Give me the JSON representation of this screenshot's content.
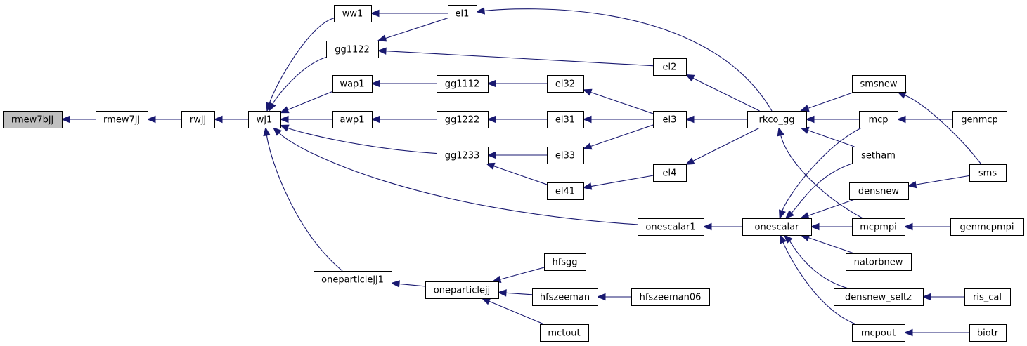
{
  "graph": {
    "type": "call-graph",
    "colors": {
      "edge": "#191970",
      "node_fill": "#ffffff",
      "root_fill": "#bfbfbf",
      "node_border": "#000000"
    },
    "nodes": [
      {
        "id": "rmew7bjj",
        "label": "rmew7bjj",
        "root": true
      },
      {
        "id": "rmew7jj",
        "label": "rmew7jj"
      },
      {
        "id": "rwjj",
        "label": "rwjj"
      },
      {
        "id": "wj1",
        "label": "wj1"
      },
      {
        "id": "ww1",
        "label": "ww1"
      },
      {
        "id": "gg1122",
        "label": "gg1122"
      },
      {
        "id": "wap1",
        "label": "wap1"
      },
      {
        "id": "awp1",
        "label": "awp1"
      },
      {
        "id": "gg1233",
        "label": "gg1233"
      },
      {
        "id": "oneparticlejj1",
        "label": "oneparticlejj1"
      },
      {
        "id": "el1",
        "label": "el1"
      },
      {
        "id": "gg1112",
        "label": "gg1112"
      },
      {
        "id": "gg1222",
        "label": "gg1222"
      },
      {
        "id": "el2",
        "label": "el2"
      },
      {
        "id": "el32",
        "label": "el32"
      },
      {
        "id": "el31",
        "label": "el31"
      },
      {
        "id": "el33",
        "label": "el33"
      },
      {
        "id": "el41",
        "label": "el41"
      },
      {
        "id": "el3",
        "label": "el3"
      },
      {
        "id": "el4",
        "label": "el4"
      },
      {
        "id": "onescalar1",
        "label": "onescalar1"
      },
      {
        "id": "oneparticlejj",
        "label": "oneparticlejj"
      },
      {
        "id": "hfsgg",
        "label": "hfsgg"
      },
      {
        "id": "hfszeeman",
        "label": "hfszeeman"
      },
      {
        "id": "mctout",
        "label": "mctout"
      },
      {
        "id": "hfszeeman06",
        "label": "hfszeeman06"
      },
      {
        "id": "rkco_gg",
        "label": "rkco_gg"
      },
      {
        "id": "onescalar",
        "label": "onescalar"
      },
      {
        "id": "smsnew",
        "label": "smsnew"
      },
      {
        "id": "mcp",
        "label": "mcp"
      },
      {
        "id": "setham",
        "label": "setham"
      },
      {
        "id": "densnew",
        "label": "densnew"
      },
      {
        "id": "mcpmpi",
        "label": "mcpmpi"
      },
      {
        "id": "natorbnew",
        "label": "natorbnew"
      },
      {
        "id": "densnew_seltz",
        "label": "densnew_seltz"
      },
      {
        "id": "mcpout",
        "label": "mcpout"
      },
      {
        "id": "genmcp",
        "label": "genmcp"
      },
      {
        "id": "sms",
        "label": "sms"
      },
      {
        "id": "genmcpmpi",
        "label": "genmcpmpi"
      },
      {
        "id": "ris_cal",
        "label": "ris_cal"
      },
      {
        "id": "biotr",
        "label": "biotr"
      }
    ],
    "edges": [
      {
        "from": "rmew7jj",
        "to": "rmew7bjj"
      },
      {
        "from": "rwjj",
        "to": "rmew7jj"
      },
      {
        "from": "wj1",
        "to": "rwjj"
      },
      {
        "from": "ww1",
        "to": "wj1"
      },
      {
        "from": "gg1122",
        "to": "wj1"
      },
      {
        "from": "wap1",
        "to": "wj1"
      },
      {
        "from": "awp1",
        "to": "wj1"
      },
      {
        "from": "gg1233",
        "to": "wj1"
      },
      {
        "from": "onescalar1",
        "to": "wj1"
      },
      {
        "from": "oneparticlejj1",
        "to": "wj1"
      },
      {
        "from": "el1",
        "to": "ww1"
      },
      {
        "from": "el1",
        "to": "gg1122"
      },
      {
        "from": "el2",
        "to": "gg1122"
      },
      {
        "from": "gg1112",
        "to": "wap1"
      },
      {
        "from": "gg1222",
        "to": "awp1"
      },
      {
        "from": "el33",
        "to": "gg1233"
      },
      {
        "from": "el41",
        "to": "gg1233"
      },
      {
        "from": "oneparticlejj",
        "to": "oneparticlejj1"
      },
      {
        "from": "el32",
        "to": "gg1112"
      },
      {
        "from": "el31",
        "to": "gg1222"
      },
      {
        "from": "el3",
        "to": "el32"
      },
      {
        "from": "el3",
        "to": "el31"
      },
      {
        "from": "el3",
        "to": "el33"
      },
      {
        "from": "el4",
        "to": "el41"
      },
      {
        "from": "rkco_gg",
        "to": "el1"
      },
      {
        "from": "rkco_gg",
        "to": "el2"
      },
      {
        "from": "rkco_gg",
        "to": "el3"
      },
      {
        "from": "rkco_gg",
        "to": "el4"
      },
      {
        "from": "onescalar",
        "to": "onescalar1"
      },
      {
        "from": "hfsgg",
        "to": "oneparticlejj"
      },
      {
        "from": "hfszeeman",
        "to": "oneparticlejj"
      },
      {
        "from": "mctout",
        "to": "oneparticlejj"
      },
      {
        "from": "hfszeeman06",
        "to": "hfszeeman"
      },
      {
        "from": "smsnew",
        "to": "rkco_gg"
      },
      {
        "from": "mcp",
        "to": "rkco_gg"
      },
      {
        "from": "setham",
        "to": "rkco_gg"
      },
      {
        "from": "mcpmpi",
        "to": "rkco_gg"
      },
      {
        "from": "mcp",
        "to": "onescalar"
      },
      {
        "from": "setham",
        "to": "onescalar"
      },
      {
        "from": "densnew",
        "to": "onescalar"
      },
      {
        "from": "mcpmpi",
        "to": "onescalar"
      },
      {
        "from": "natorbnew",
        "to": "onescalar"
      },
      {
        "from": "densnew_seltz",
        "to": "onescalar"
      },
      {
        "from": "mcpout",
        "to": "onescalar"
      },
      {
        "from": "sms",
        "to": "smsnew"
      },
      {
        "from": "genmcp",
        "to": "mcp"
      },
      {
        "from": "sms",
        "to": "densnew"
      },
      {
        "from": "genmcpmpi",
        "to": "mcpmpi"
      },
      {
        "from": "ris_cal",
        "to": "densnew_seltz"
      },
      {
        "from": "biotr",
        "to": "mcpout"
      }
    ]
  }
}
